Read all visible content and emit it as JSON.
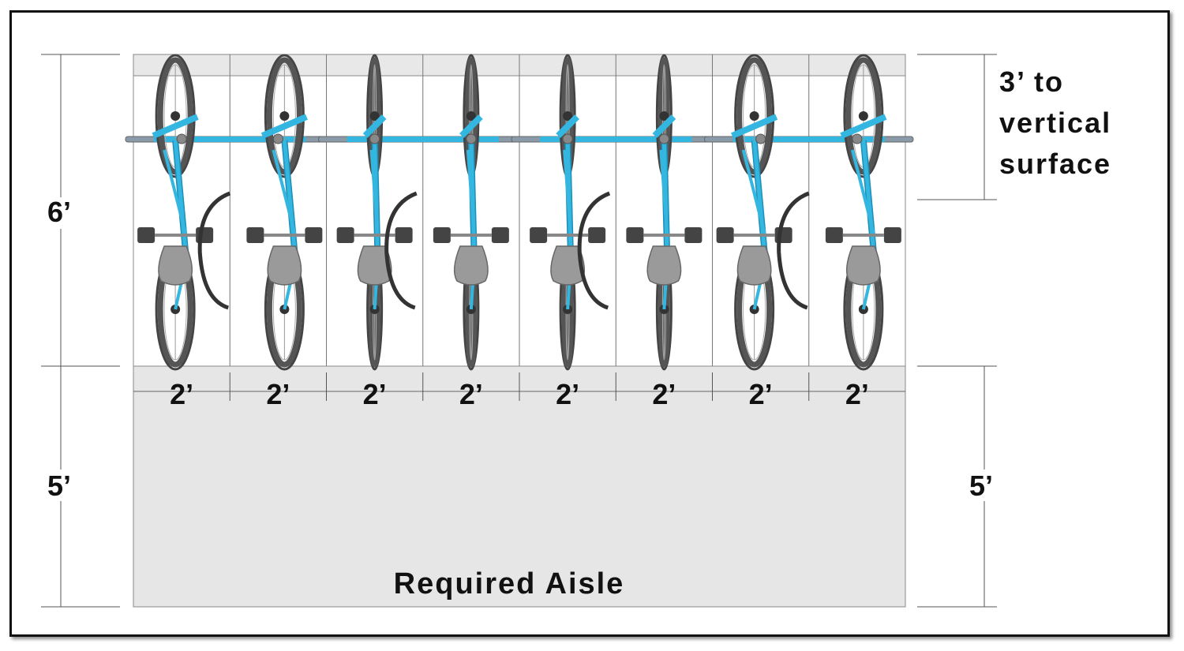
{
  "dimensions": {
    "rack_depth": "6’",
    "aisle_left": "5’",
    "aisle_right": "5’",
    "wall_clearance_line1": "3’ to",
    "wall_clearance_line2": "vertical",
    "wall_clearance_line3": "surface",
    "spacing": [
      "2’",
      "2’",
      "2’",
      "2’",
      "2’",
      "2’",
      "2’",
      "2’"
    ]
  },
  "aisle_label": "Required Aisle",
  "racks": [
    {
      "style": "staggered"
    },
    {
      "style": "tight"
    },
    {
      "style": "tight"
    },
    {
      "style": "staggered"
    }
  ],
  "colors": {
    "bike_frame": "#33b6e0",
    "bike_frame_dark": "#1f8fb8",
    "tire": "#555555",
    "rack_bar": "#8a9aa8",
    "saddle": "#9a9a9a",
    "zone_fill": "#e6e6e6",
    "line": "#444444"
  },
  "icons": [
    "bicycle-icon",
    "bike-rack-icon"
  ]
}
